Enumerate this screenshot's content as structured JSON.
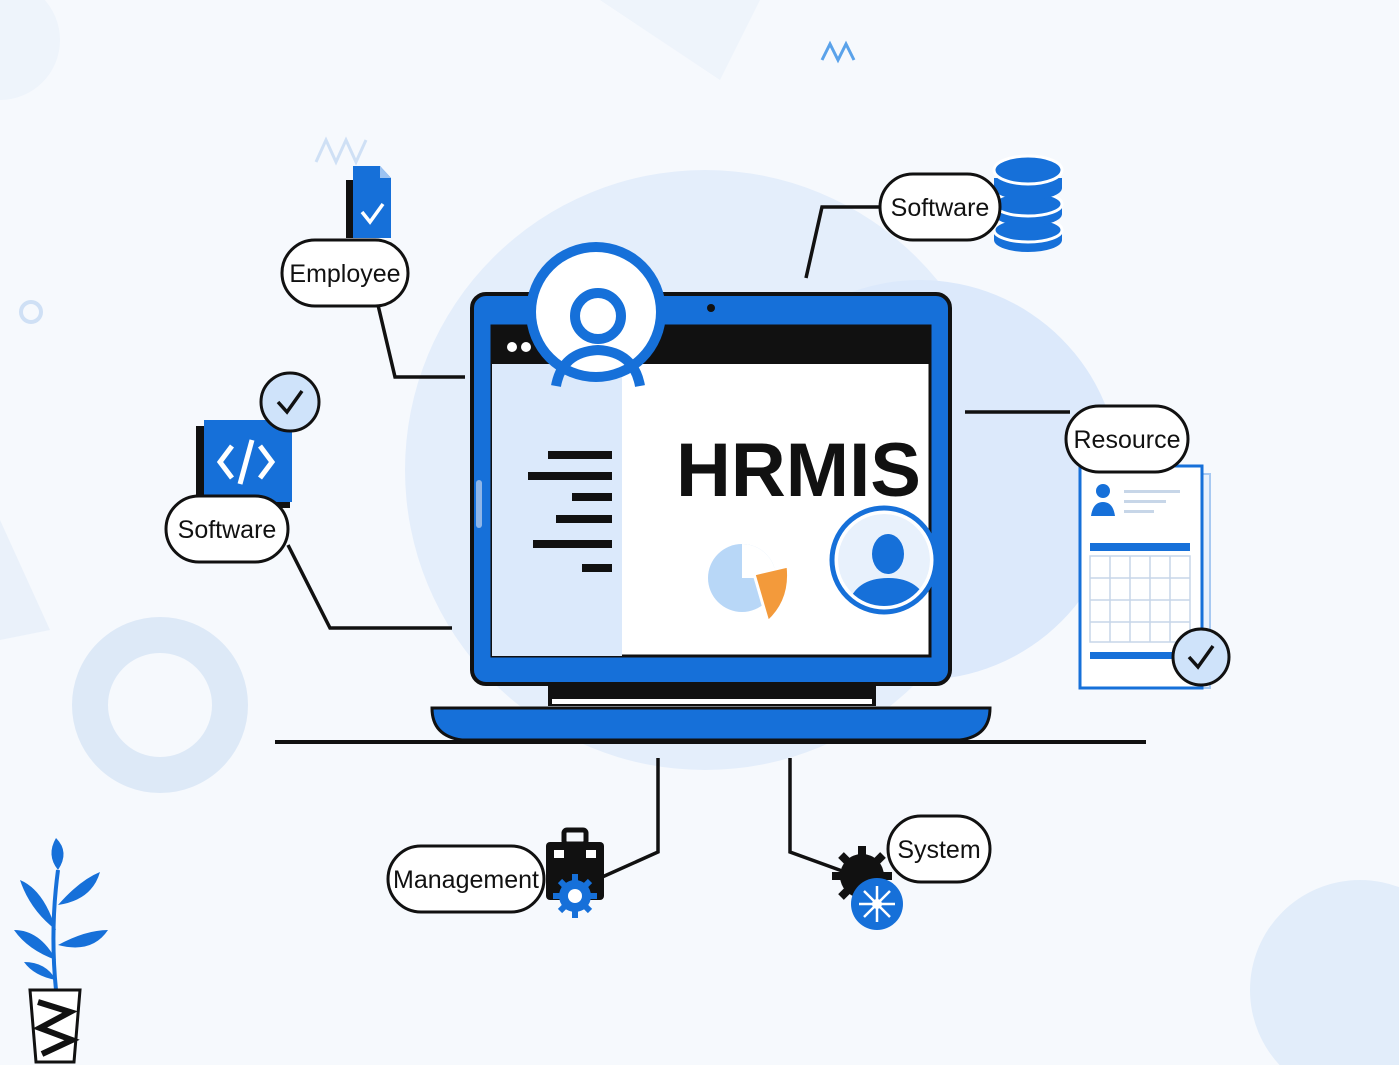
{
  "screen": {
    "title": "HRMIS"
  },
  "labels": {
    "employee": "Employee",
    "software_top": "Software",
    "software_left": "Software",
    "resource": "Resource",
    "management": "Management",
    "system": "System"
  },
  "colors": {
    "primary_blue": "#1670d9",
    "light_blue": "#dbe9fb",
    "pale_blue": "#e8f1fc",
    "accent_orange": "#f39a3b",
    "ink": "#111111",
    "background": "#f5f8fc"
  },
  "icons": [
    "document-check-icon",
    "code-icon",
    "check-badge-icon",
    "database-icon",
    "form-calendar-icon",
    "briefcase-gear-icon",
    "gear-network-icon",
    "user-avatar-icon",
    "pie-chart-icon",
    "plant-decoration-icon"
  ]
}
